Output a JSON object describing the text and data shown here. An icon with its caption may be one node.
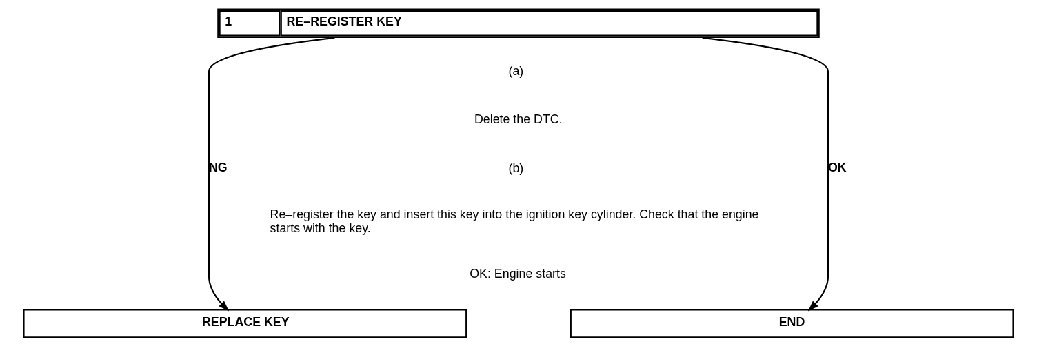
{
  "diagram": {
    "nodes": [
      {
        "text": [
          "1",
          "RE–REGISTER KEY"
        ]
      },
      {
        "text": [
          "REPLACE KEY"
        ]
      },
      {
        "text": [
          "END"
        ]
      }
    ],
    "edges": [
      {
        "from": 0,
        "to": 1,
        "arrow": "to",
        "label": "NG"
      },
      {
        "from": 0,
        "to": 2,
        "arrow": "to",
        "label": "OK"
      }
    ],
    "labels": [
      "(a)",
      "Delete the DTC.",
      "(b)",
      "Re–register the key and insert this key into the ignition key cylinder. Check that the engine starts with the key.",
      "OK: Engine starts"
    ]
  }
}
